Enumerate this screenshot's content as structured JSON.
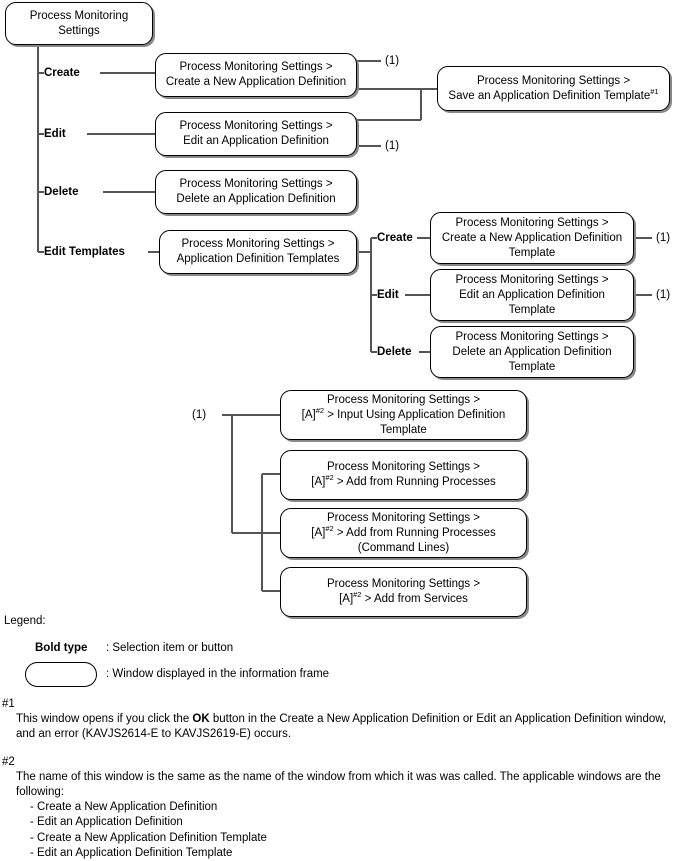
{
  "diagram": {
    "root": {
      "line1": "Process Monitoring",
      "line2": "Settings"
    },
    "branches": [
      {
        "label": "Create"
      },
      {
        "label": "Edit"
      },
      {
        "label": "Delete"
      },
      {
        "label": "Edit Templates"
      }
    ],
    "sub_branches": [
      {
        "label": "Create"
      },
      {
        "label": "Edit"
      },
      {
        "label": "Delete"
      }
    ],
    "ref_markers": {
      "create_ref": "(1)",
      "edit_ref": "(1)",
      "tpl_create_ref": "(1)",
      "tpl_edit_ref": "(1)",
      "group_ref": "(1)"
    },
    "nodes": {
      "create_app_def": {
        "line1": "Process Monitoring Settings >",
        "line2": "Create a New Application Definition"
      },
      "edit_app_def": {
        "line1": "Process Monitoring Settings >",
        "line2": "Edit an Application Definition"
      },
      "delete_app_def": {
        "line1": "Process Monitoring Settings >",
        "line2": "Delete an Application Definition"
      },
      "app_def_templates": {
        "line1": "Process Monitoring Settings >",
        "line2": "Application Definition Templates"
      },
      "save_app_def_template": {
        "line1": "Process Monitoring Settings >",
        "line2": "Save an Application Definition Template",
        "sup": "#1"
      },
      "create_app_def_template": {
        "line1": "Process Monitoring Settings >",
        "line2": "Create a New Application Definition",
        "line3": "Template"
      },
      "edit_app_def_template": {
        "line1": "Process Monitoring Settings >",
        "line2": "Edit an Application Definition",
        "line3": "Template"
      },
      "delete_app_def_template": {
        "line1": "Process Monitoring Settings >",
        "line2": "Delete an Application Definition",
        "line3": "Template"
      },
      "input_using_template": {
        "line1": "Process Monitoring Settings >",
        "line2_pre": "[A]",
        "line2_sup": "#2",
        "line2_post": " > Input Using Application Definition",
        "line3": "Template"
      },
      "add_running_processes": {
        "line1": "Process Monitoring Settings >",
        "line2_pre": "[A]",
        "line2_sup": "#2",
        "line2_post": " > Add from Running Processes"
      },
      "add_running_processes_cmd": {
        "line1": "Process Monitoring Settings >",
        "line2_pre": "[A]",
        "line2_sup": "#2",
        "line2_post": " > Add from Running Processes",
        "line3": "(Command Lines)"
      },
      "add_from_services": {
        "line1": "Process Monitoring Settings >",
        "line2_pre": "[A]",
        "line2_sup": "#2",
        "line2_post": " > Add from Services"
      }
    }
  },
  "legend": {
    "title": "Legend:",
    "bold_type_label": "Bold type",
    "bold_type_desc": ": Selection item or button",
    "window_shape_desc": ": Window displayed in the information frame"
  },
  "footnotes": [
    {
      "marker": "#1",
      "text_pre": "This window opens if you click the ",
      "text_bold": "OK",
      "text_post": " button in the Create a New Application Definition or Edit an Application Definition window, and an error (KAVJS2614-E to KAVJS2619-E) occurs."
    },
    {
      "marker": "#2",
      "text": "The name of this window is the same as the name of the window from which it was was called. The applicable windows are the following:",
      "items": [
        "- Create a New Application Definition",
        "- Edit an Application Definition",
        "- Create a New Application Definition Template",
        "- Edit an Application Definition Template"
      ]
    }
  ],
  "colors": {
    "line": "#555555",
    "border": "#000000",
    "shadow": "#888888",
    "background": "#ffffff"
  }
}
